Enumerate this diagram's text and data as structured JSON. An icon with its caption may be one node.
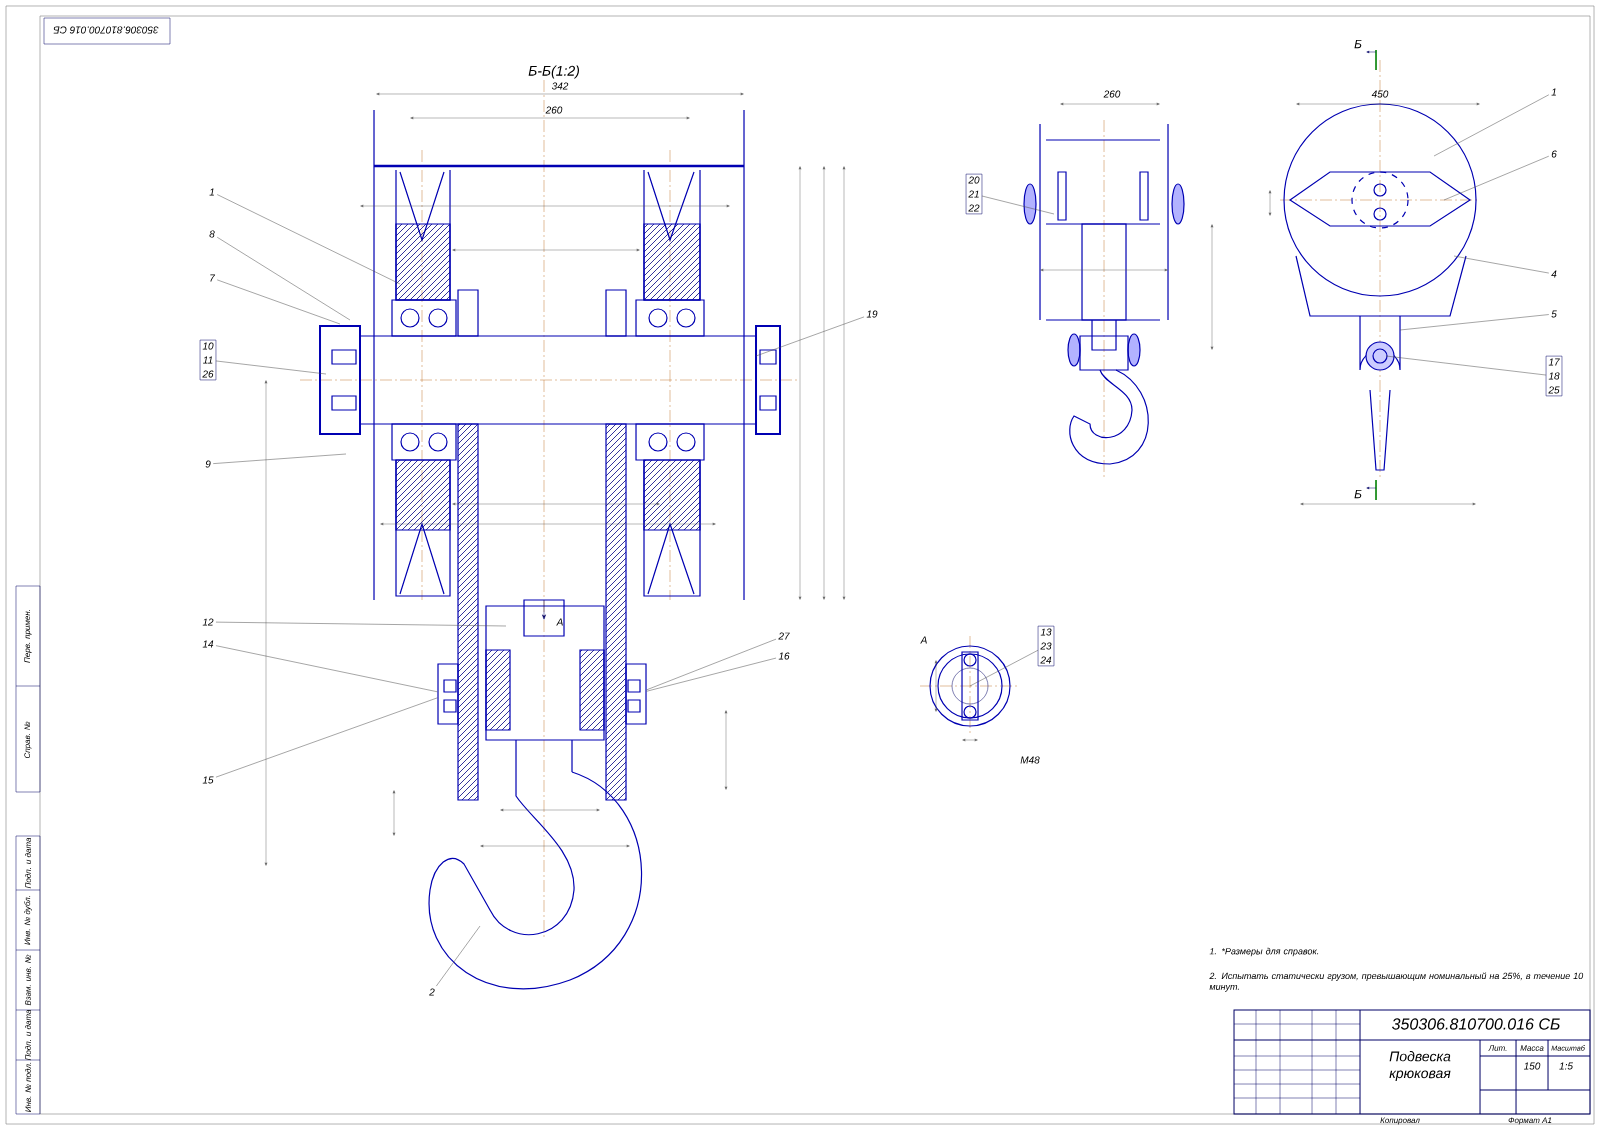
{
  "diagram": {
    "nodes": [
      {
        "text": [
          "1"
        ]
      },
      {
        "text": [
          "8"
        ]
      },
      {
        "text": [
          "7"
        ]
      },
      {
        "text": [
          "10",
          "11",
          "26"
        ]
      },
      {
        "text": [
          "9"
        ]
      },
      {
        "text": [
          "19"
        ]
      },
      {
        "text": [
          "12"
        ]
      },
      {
        "text": [
          "14"
        ]
      },
      {
        "text": [
          "15"
        ]
      },
      {
        "text": [
          "27"
        ]
      },
      {
        "text": [
          "16"
        ]
      },
      {
        "text": [
          "2"
        ]
      },
      {
        "text": [
          "20",
          "21",
          "22"
        ]
      },
      {
        "text": [
          "1"
        ]
      },
      {
        "text": [
          "6"
        ]
      },
      {
        "text": [
          "4"
        ]
      },
      {
        "text": [
          "5"
        ]
      },
      {
        "text": [
          "17",
          "18",
          "25"
        ]
      },
      {
        "text": [
          "13",
          "23",
          "24"
        ]
      },
      {
        "text": [],
        "shape": "box"
      },
      {
        "text": [],
        "shape": "box"
      }
    ],
    "edges": [
      {
        "from": 0,
        "to": null,
        "arrow": "none"
      },
      {
        "from": 1,
        "to": null,
        "arrow": "none"
      },
      {
        "from": 2,
        "to": null,
        "arrow": "none"
      },
      {
        "from": 3,
        "to": null,
        "arrow": "none"
      },
      {
        "from": 4,
        "to": null,
        "arrow": "none"
      },
      {
        "from": 5,
        "to": null,
        "arrow": "none"
      },
      {
        "from": 6,
        "to": null,
        "arrow": "none"
      },
      {
        "from": 7,
        "to": 19,
        "arrow": "none"
      },
      {
        "from": 8,
        "to": 19,
        "arrow": "none"
      },
      {
        "from": 9,
        "to": 20,
        "arrow": "none"
      },
      {
        "from": 10,
        "to": 20,
        "arrow": "none"
      },
      {
        "from": 11,
        "to": null,
        "arrow": "none"
      },
      {
        "from": 12,
        "to": null,
        "arrow": "none"
      },
      {
        "from": 13,
        "to": null,
        "arrow": "none"
      },
      {
        "from": 14,
        "to": null,
        "arrow": "none"
      },
      {
        "from": 15,
        "to": null,
        "arrow": "none"
      },
      {
        "from": 16,
        "to": null,
        "arrow": "none"
      },
      {
        "from": 17,
        "to": null,
        "arrow": "none"
      },
      {
        "from": 18,
        "to": null,
        "arrow": "none"
      }
    ],
    "labels": [
      "Б-Б(1:2)",
      "А",
      "Б",
      "Б",
      "А",
      "342",
      "260",
      "260",
      "450",
      "M48",
      "1. *Размеры для справок.",
      "2. Испытать статически грузом, превышающим номинальный на 25%, в течение 10 минут.",
      "350306.810700.016 СБ",
      "Подвеска крюковая",
      "Лит.",
      "Масса",
      "Масштаб",
      "150",
      "1:5",
      "Копировал",
      "Формат A1",
      "350306.810700.016 СБ",
      "Перв. примен.",
      "Справ. №",
      "Подп. и дата",
      "Инв. № дубл.",
      "Взам. инв. №",
      "Подп. и дата",
      "Инв. № подл."
    ]
  }
}
